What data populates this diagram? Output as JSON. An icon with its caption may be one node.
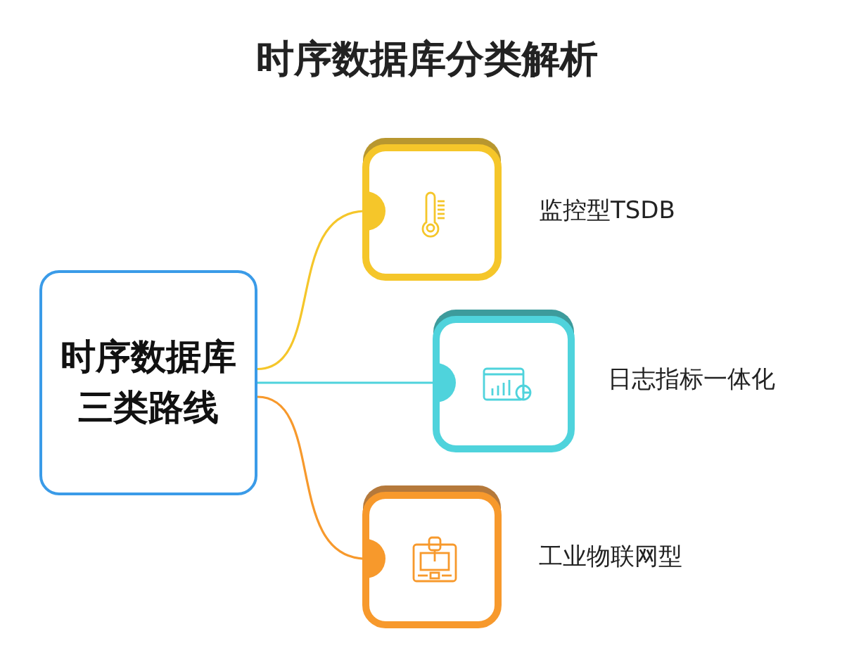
{
  "diagram": {
    "title": "时序数据库分类解析",
    "nodes": [
      {
        "text": [
          "时序数据库三类路线"
        ]
      },
      {
        "text": [],
        "shape": "box",
        "beside": [
          "监控型TSDB"
        ]
      },
      {
        "text": [],
        "shape": "box",
        "beside": [
          "日志指标一体化"
        ]
      },
      {
        "text": [],
        "shape": "box",
        "beside": [
          "工业物联网型"
        ]
      }
    ],
    "edges": [
      {
        "from": 0,
        "to": 1,
        "arrow": "none",
        "color": "#f5c62a"
      },
      {
        "from": 0,
        "to": 2,
        "arrow": "none",
        "color": "#4fd3dc"
      },
      {
        "from": 0,
        "to": 3,
        "arrow": "none",
        "color": "#f7992c"
      }
    ]
  }
}
